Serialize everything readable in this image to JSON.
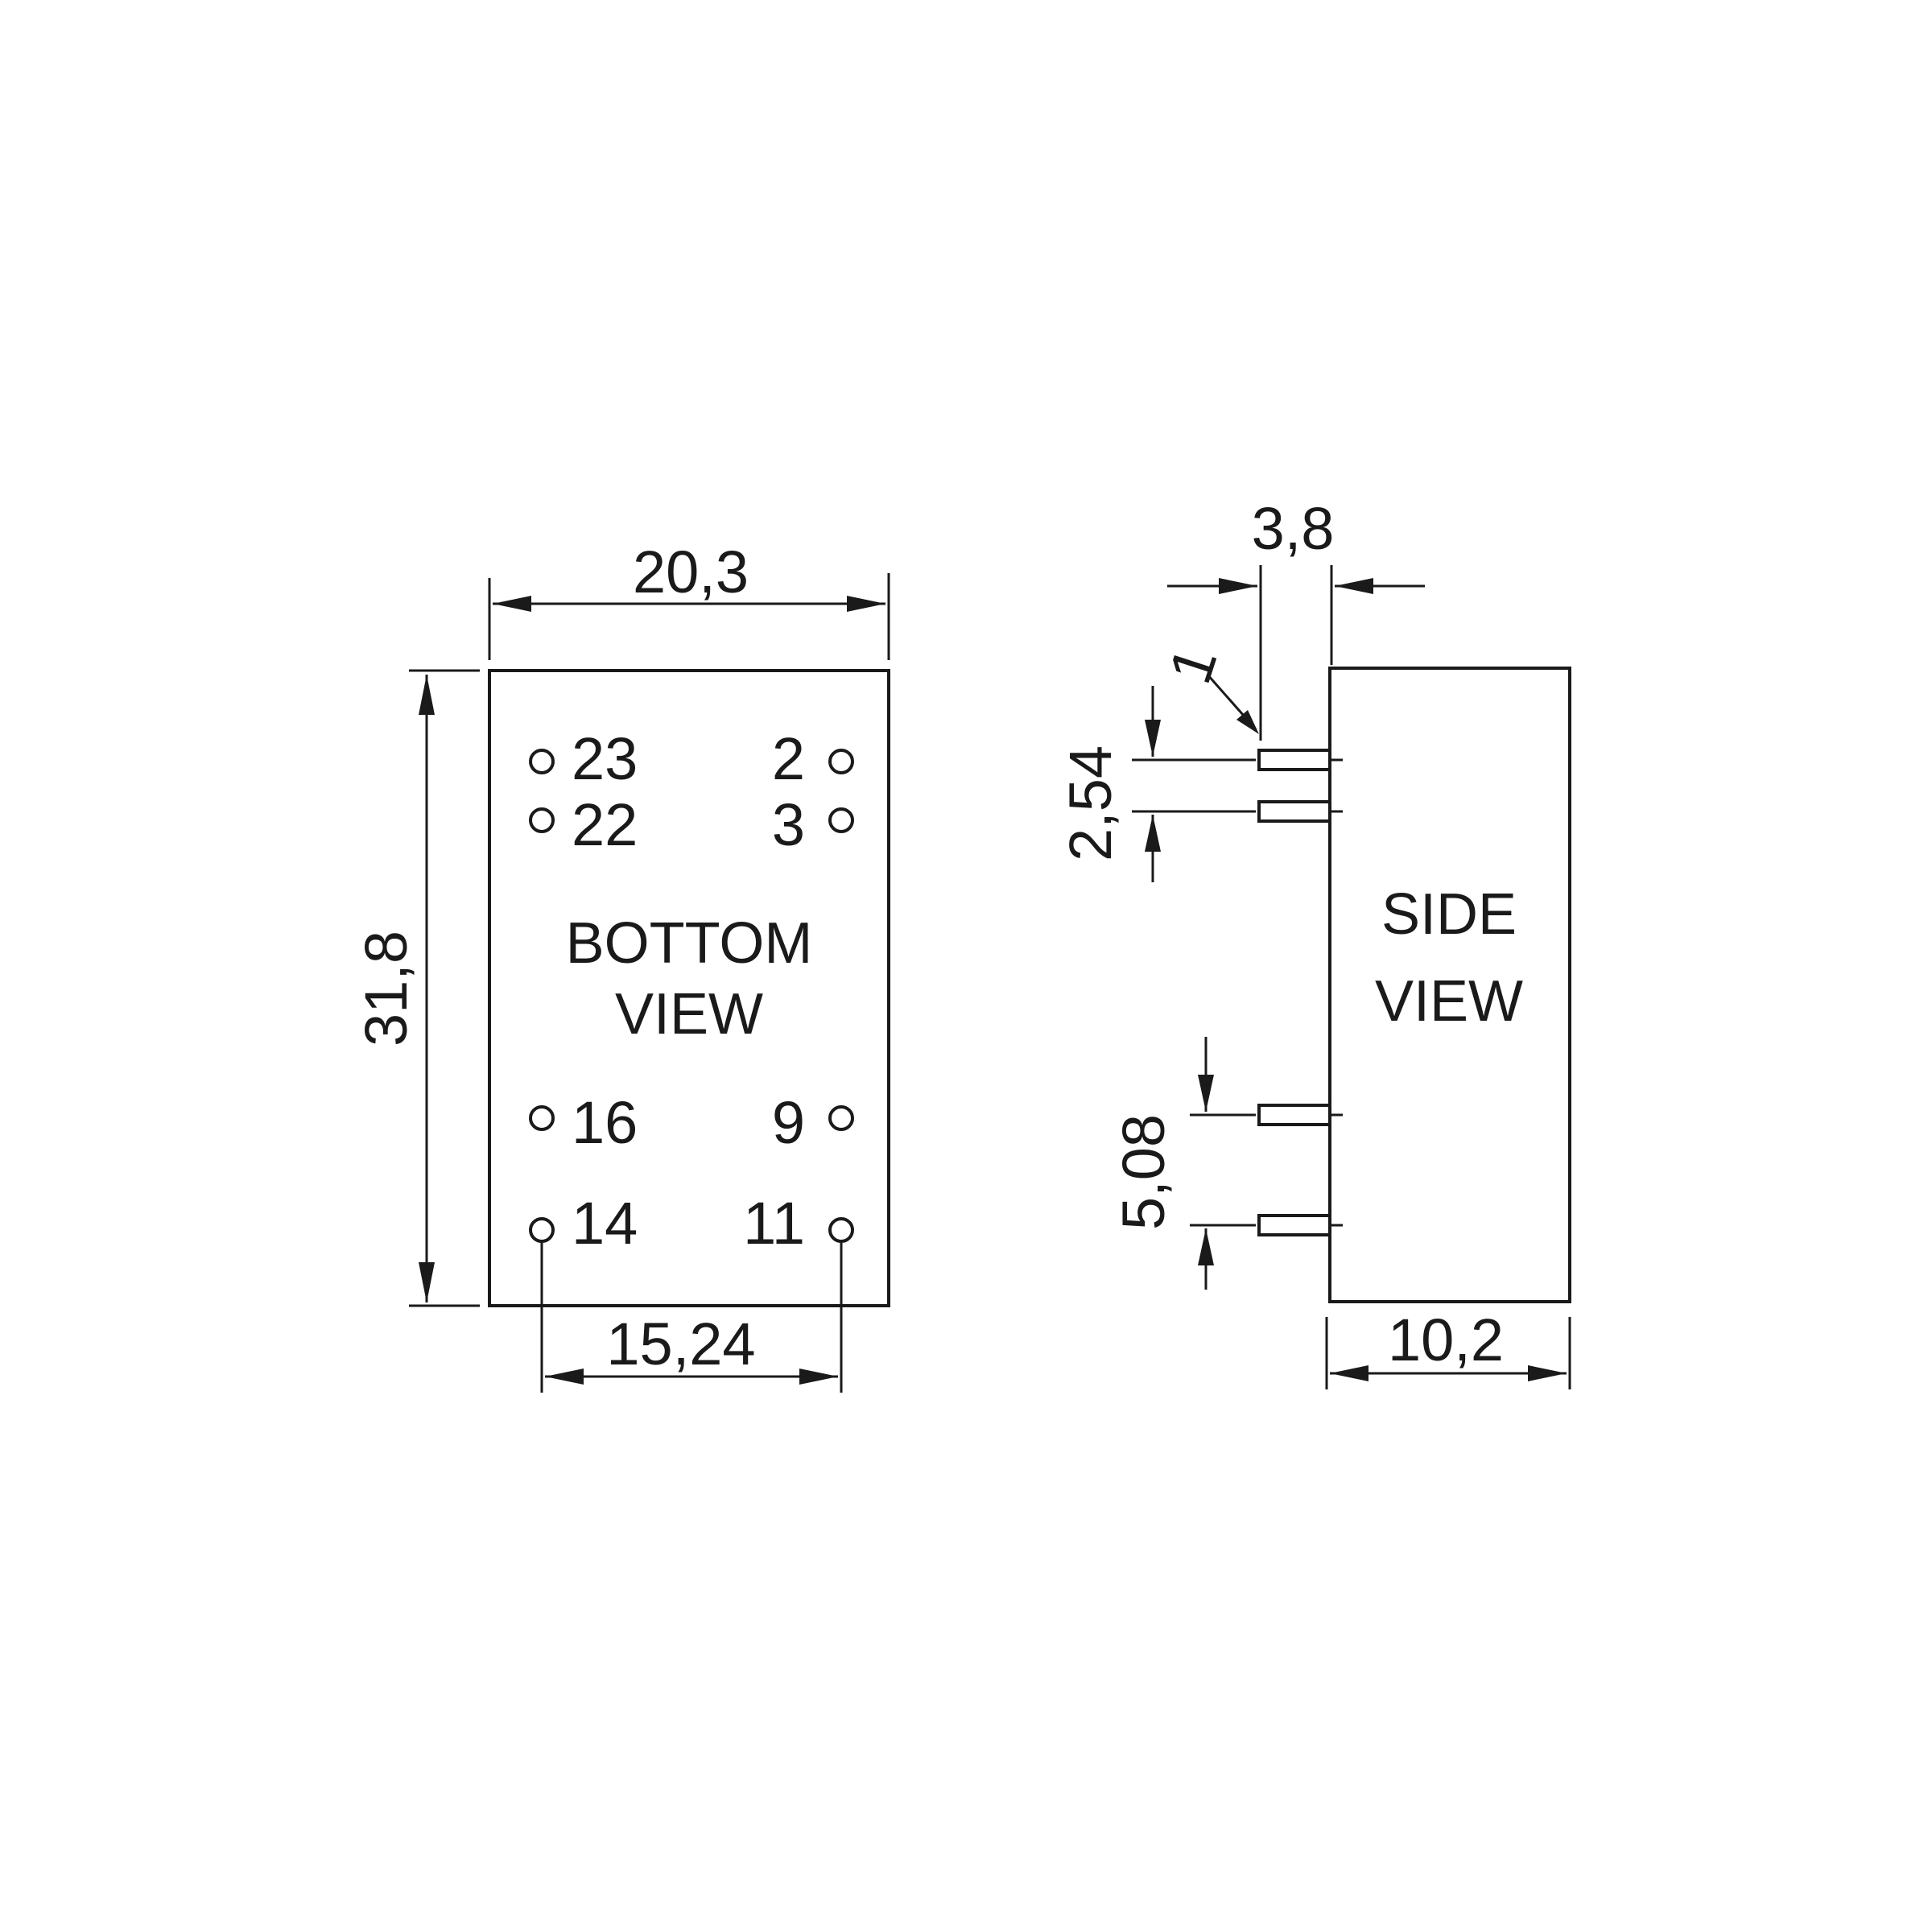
{
  "bottom_view": {
    "label_line1": "BOTTOM",
    "label_line2": "VIEW",
    "pins": {
      "p23": "23",
      "p22": "22",
      "p2": "2",
      "p3": "3",
      "p16": "16",
      "p14": "14",
      "p9": "9",
      "p11": "11"
    },
    "dims": {
      "width": "20,3",
      "height": "31,8",
      "pin_span": "15,24"
    }
  },
  "side_view": {
    "label_line1": "SIDE",
    "label_line2": "VIEW",
    "dims": {
      "pin_length": "3,8",
      "pin_width": "1",
      "pin_pitch": "2,54",
      "pin_group_pitch": "5,08",
      "depth": "10,2"
    }
  }
}
